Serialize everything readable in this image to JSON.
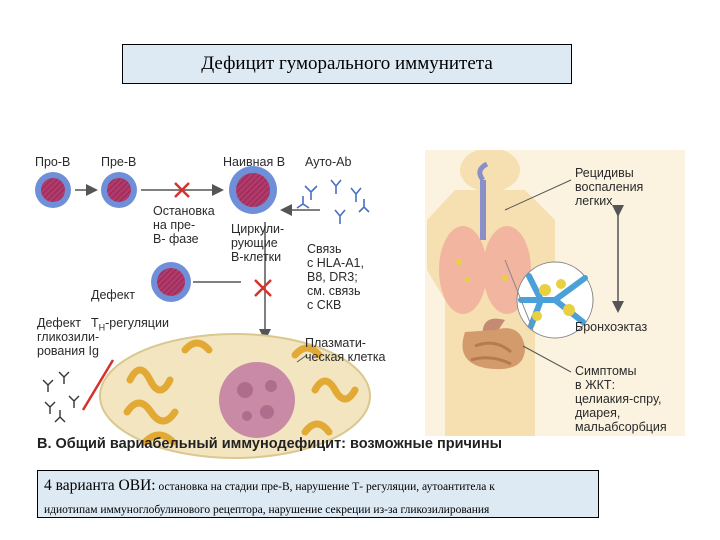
{
  "title": "Дефицит гуморального иммунитета",
  "figure": {
    "cells": {
      "pro_b": "Про-В",
      "pre_b": "Пре-В",
      "naive_b": "Наивная В",
      "auto_ab": "Ауто-Ab"
    },
    "labels": {
      "arrest": "Остановка\nна пре-\nВ- фазе",
      "circulating": "Циркули-\nрующие\nВ-клетки",
      "th_defect_line1": "Дефект",
      "th_defect_line2": "T",
      "th_defect_sub": "H",
      "th_defect_line3": "-регуляции",
      "glyco_defect": "Дефект\nгликозили-\nрования Ig",
      "hla_link": "Связь\nс HLA-A1,\nB8, DR3;\nсм. связь\nс СКВ",
      "plasma_cell": "Плазмати-\nческая клетка",
      "pneumonia": "Рецидивы\nвоспаления\nлегких",
      "bronchiectasis": "Бронхоэктаз",
      "gi_symptoms": "Симптомы\nв ЖКТ:\nцелиакия-спру,\nдиарея,\nмальабсорбция"
    },
    "caption": "В. Общий вариабельный иммунодефицит: возможные причины"
  },
  "note": {
    "lead": "4 варианта ОВИ:",
    "text_line1": " остановка на стадии пре-В, нарушение Т- регуляции, аутоантитела к",
    "text_line2": "идиотипам  иммуноглобулинового рецептора, нарушение секреции из-за гликозилирования"
  },
  "colors": {
    "title_bg": "#dde9f3",
    "cell_outer": "#6f8fd8",
    "cell_inner": "#b03a6a",
    "cross": "#d6322d",
    "body_skin": "#f6dfb0",
    "lung": "#f2b6a0",
    "bronchi": "#4aa0d8"
  }
}
